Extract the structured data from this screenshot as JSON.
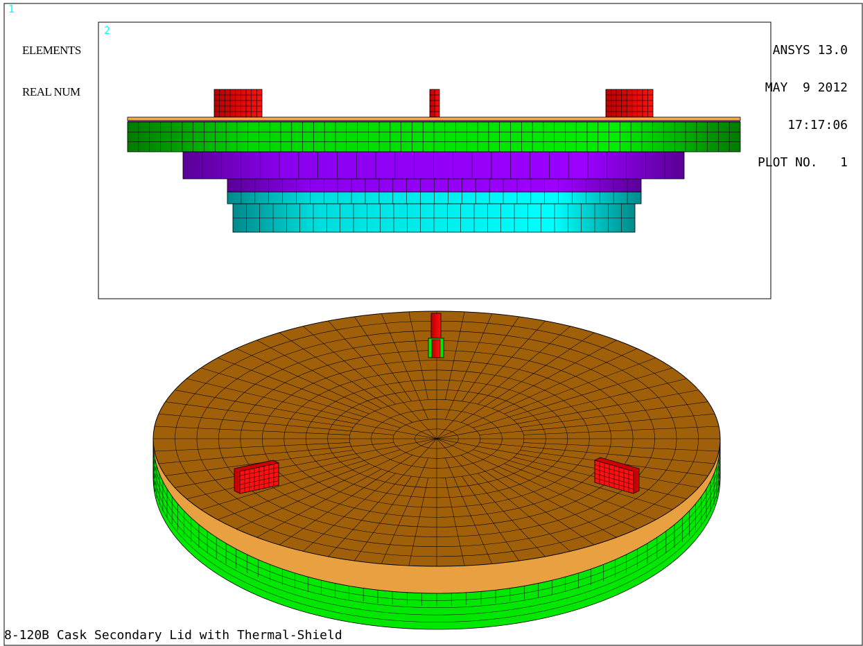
{
  "legend": {
    "line1": "ELEMENTS",
    "line2": "REAL NUM"
  },
  "windows": {
    "window1": "1",
    "window2": "2"
  },
  "info": {
    "program": "ANSYS 13.0",
    "date": "MAY  9 2012",
    "time": "17:17:06",
    "plot": "PLOT NO.   1"
  },
  "caption": "8-120B Cask Secondary Lid with Thermal-Shield",
  "colors": {
    "background": "#ffffff",
    "frame": "#000000",
    "window_number": "#00ffff",
    "orange_plate": "#e8a040",
    "lid_brown": "#a0600a",
    "green": "#00e800",
    "purple": "#9a00ff",
    "cyan": "#00e8e8",
    "red_block": "#ee0000"
  }
}
